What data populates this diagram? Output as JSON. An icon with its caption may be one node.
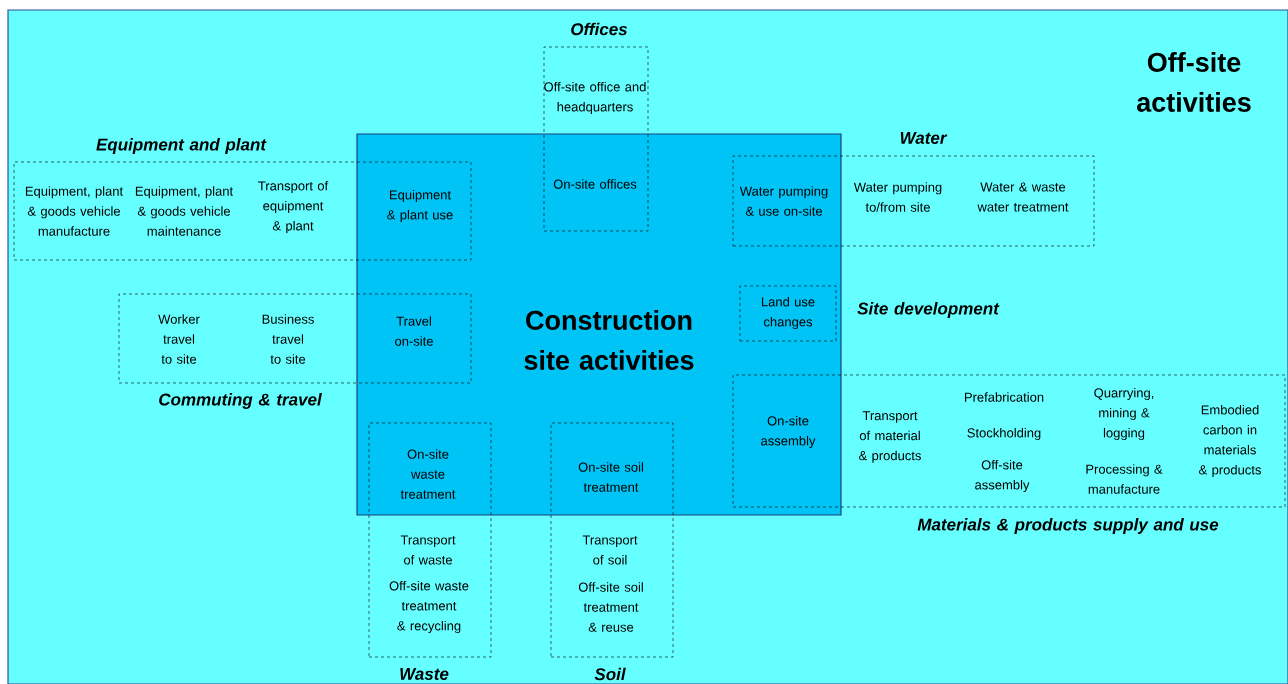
{
  "diagram": {
    "nodes": [
      {
        "text": [
          "Off-site activities"
        ]
      },
      {
        "text": [
          "Construction site activities"
        ],
        "in": 0
      },
      {
        "text": [
          "Offices",
          "Off-site office and headquarters",
          "On-site offices"
        ],
        "in": 0
      },
      {
        "text": [
          "Equipment and plant",
          "Equipment, plant & goods vehicle manufacture",
          "Equipment, plant & goods vehicle maintenance",
          "Transport of equipment & plant",
          "Equipment & plant use"
        ],
        "in": 0
      },
      {
        "text": [
          "Water",
          "Water pumping & use on-site",
          "Water pumping to/from site",
          "Water & waste water treatment"
        ],
        "in": 0
      },
      {
        "text": [
          "Land use changes",
          "Site development"
        ],
        "in": 1
      },
      {
        "text": [
          "Worker travel to site",
          "Business travel to site",
          "Travel on-site",
          "Commuting & travel"
        ],
        "in": 0
      },
      {
        "text": [
          "Materials & products supply and use",
          "On-site assembly",
          "Transport of material & products",
          "Prefabrication",
          "Stockholding",
          "Off-site assembly",
          "Quarrying, mining & logging",
          "Processing & manufacture",
          "Embodied carbon in materials & products"
        ],
        "in": 0
      },
      {
        "text": [
          "On-site waste treatment",
          "Transport of waste",
          "Off-site waste treatment & recycling",
          "Waste"
        ],
        "in": 0
      },
      {
        "text": [
          "On-site soil treatment",
          "Transport of soil",
          "Off-site soil treatment & reuse",
          "Soil"
        ],
        "in": 0
      }
    ]
  }
}
